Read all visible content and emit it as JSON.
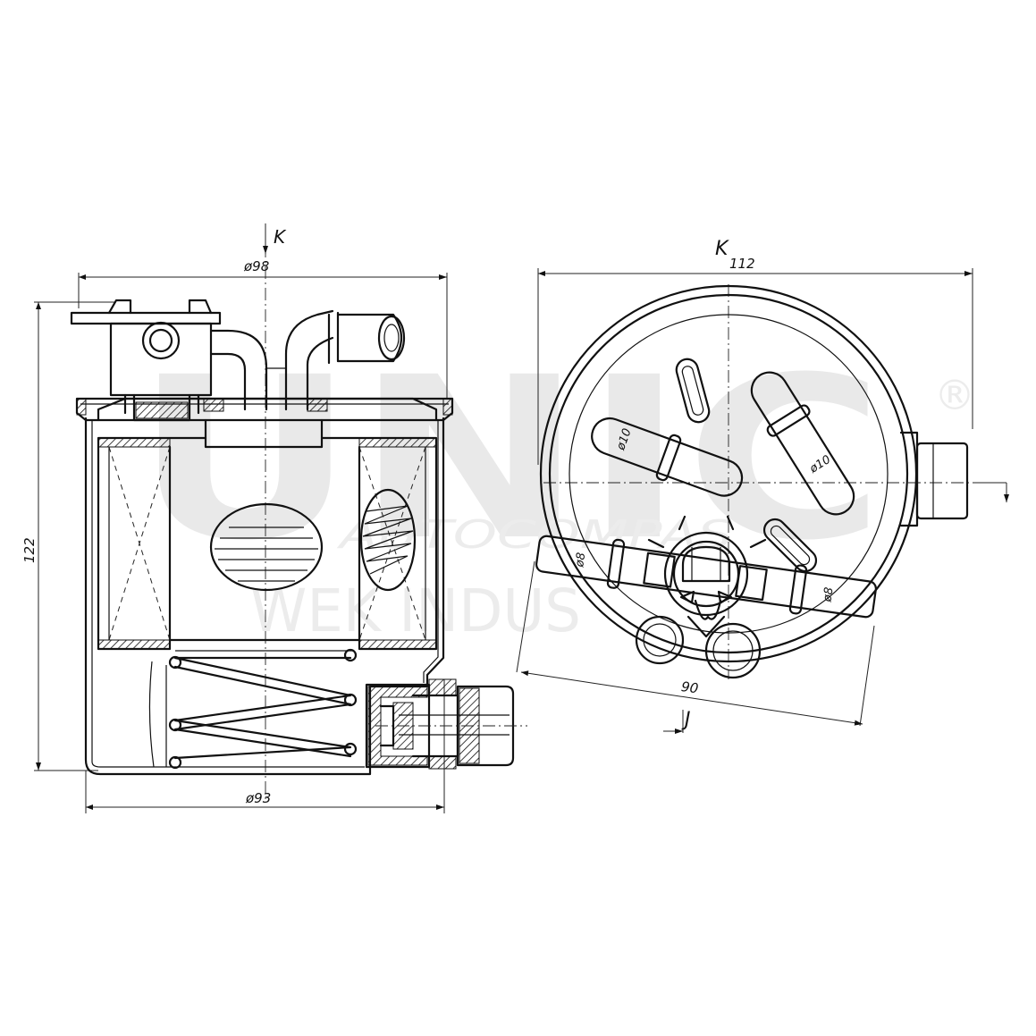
{
  "watermark": {
    "brand": "UNIC",
    "registered_mark": "®",
    "line1": "AUTOCOMPAS",
    "line2": "WEK INDUS"
  },
  "side_view": {
    "view_arrow_label": "K",
    "diameter_top": "ø98",
    "height": "122",
    "diameter_bottom": "ø93"
  },
  "top_view": {
    "view_label": "K",
    "width": "112",
    "pipe_diameter_a": "ø10",
    "pipe_diameter_b": "ø10",
    "pipe_diameter_c": "ø8",
    "pipe_diameter_d": "ø8",
    "span": "90",
    "section_label": "J"
  }
}
